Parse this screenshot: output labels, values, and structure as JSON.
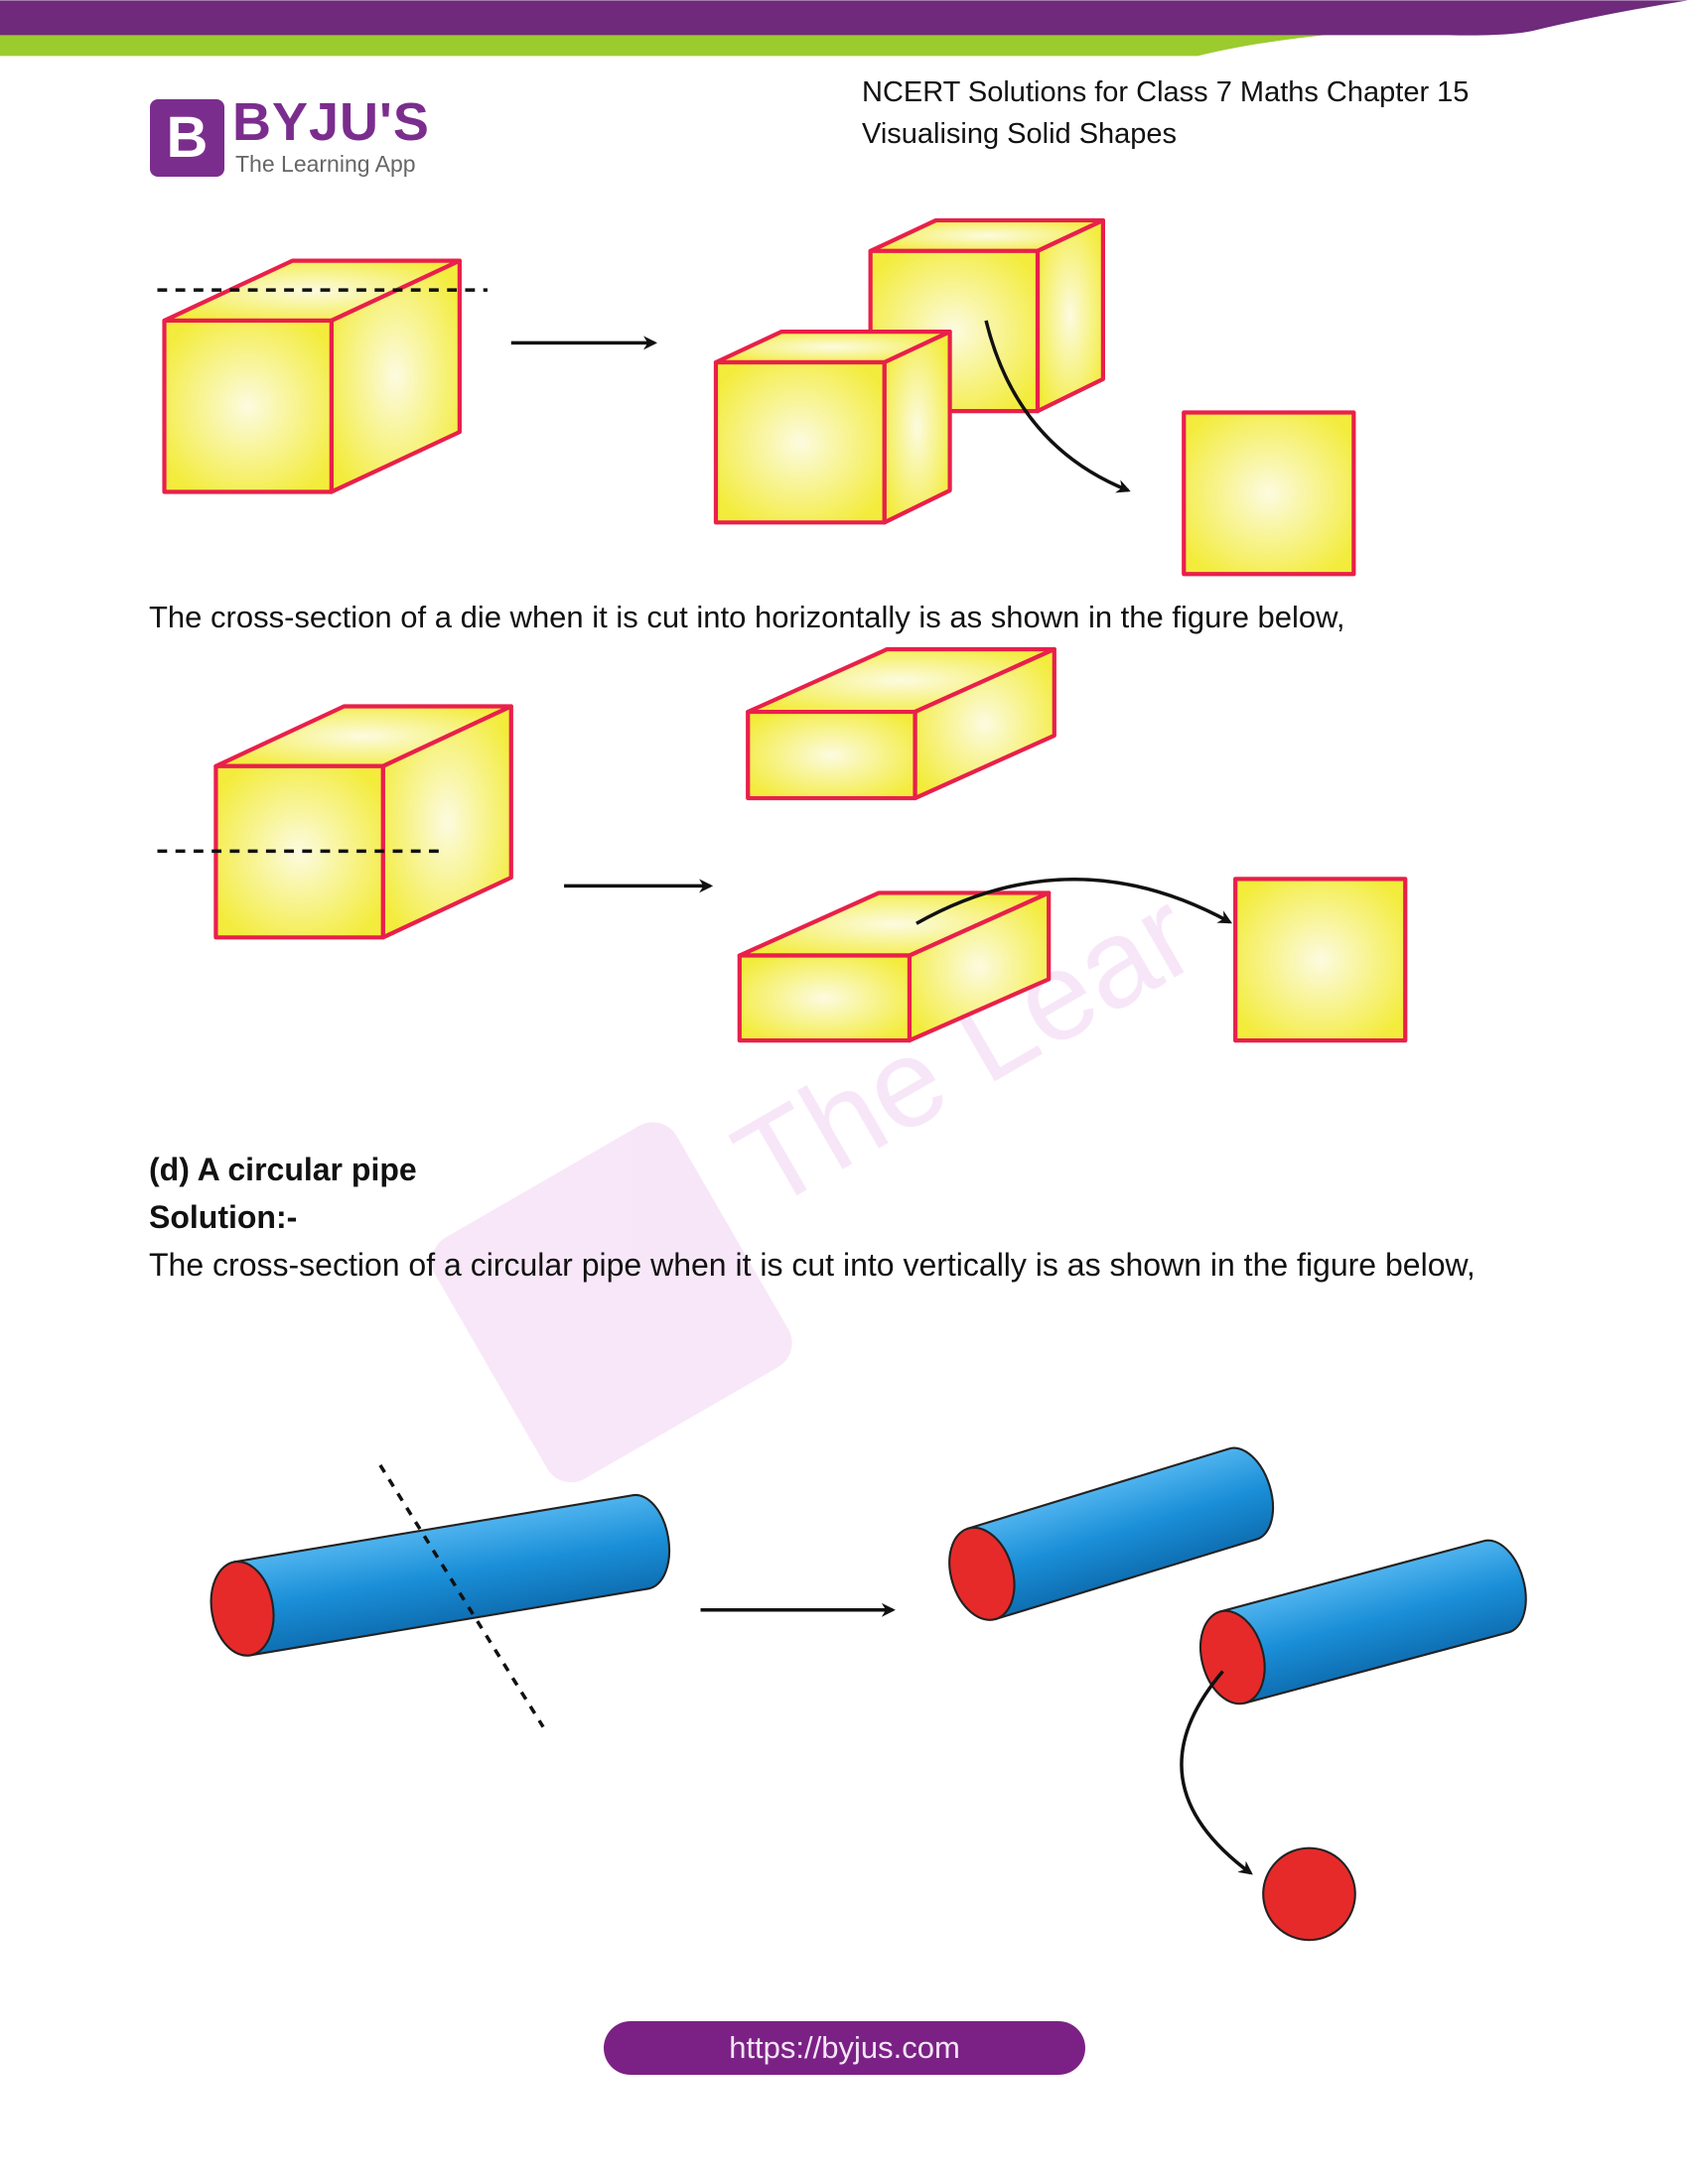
{
  "header": {
    "title_line1": "NCERT Solutions for Class 7 Maths Chapter 15",
    "title_line2": "Visualising Solid Shapes"
  },
  "logo": {
    "mark": "B",
    "name": "BYJU'S",
    "tagline": "The Learning App"
  },
  "colors": {
    "purple": "#6f2a7c",
    "green": "#9ccb2e",
    "cube_edge": "#e8204a",
    "cube_fill": "#f3ec3c",
    "pipe_blue": "#1a8fd8",
    "pipe_end": "#e62a2a"
  },
  "content": {
    "die_horizontal_text": "The cross-section of a die when it is cut into horizontally is as shown in the figure below,",
    "part_d_heading": "(d) A circular pipe",
    "solution_label": "Solution:-",
    "pipe_text": "The cross-section of a circular pipe when it is cut into vertically is as shown in the figure below,"
  },
  "footer": {
    "url": "https://byjus.com"
  }
}
